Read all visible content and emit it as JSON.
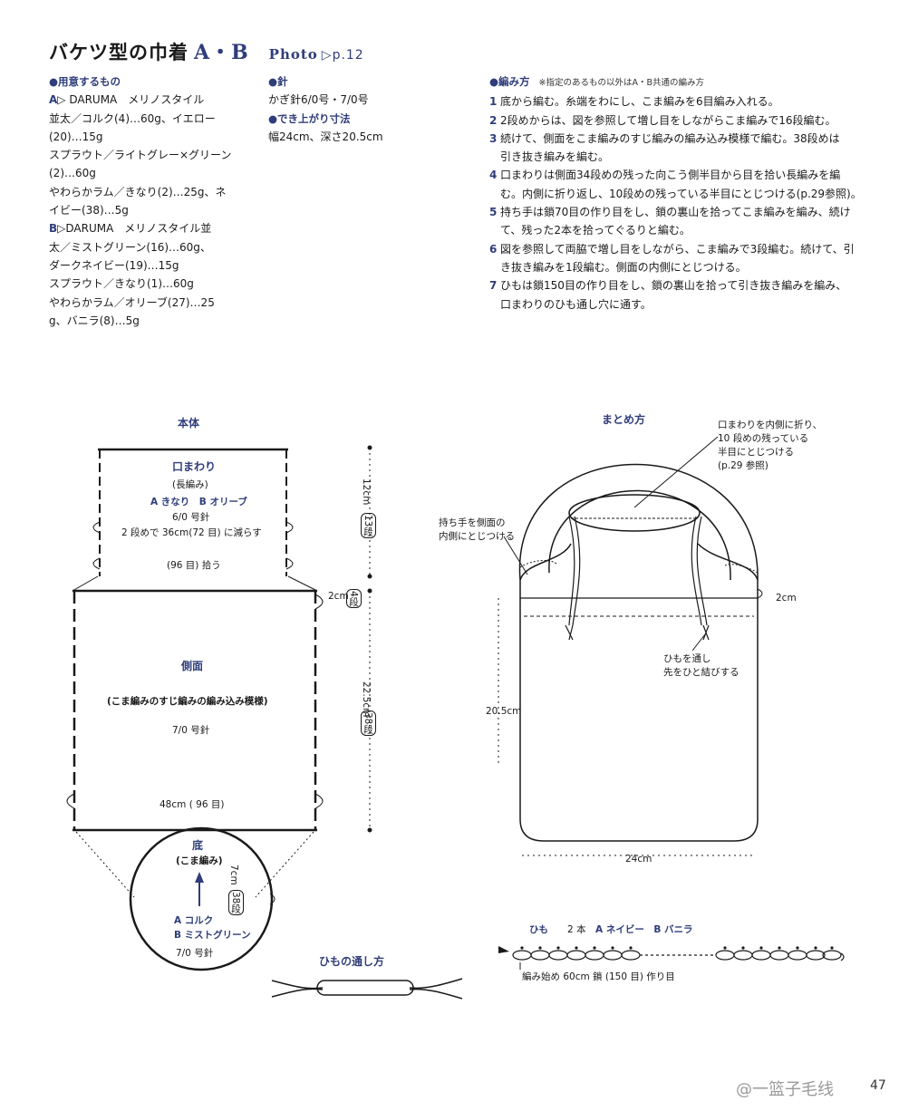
{
  "title": {
    "main": "バケツ型の巾着",
    "ab": "A・B",
    "photo": "Photo",
    "ref": "▷p.12"
  },
  "materials": {
    "heading": "●用意するもの",
    "lines": [
      {
        "mark": "A",
        "text": "▷ DARUMA　メリノスタイル"
      },
      {
        "mark": "",
        "text": "並太／コルク(4)…60g、イエロー"
      },
      {
        "mark": "",
        "text": "(20)…15g"
      },
      {
        "mark": "",
        "text": "スプラウト／ライトグレー×グリーン"
      },
      {
        "mark": "",
        "text": "(2)…60g"
      },
      {
        "mark": "",
        "text": "やわらかラム／きなり(2)…25g、ネ"
      },
      {
        "mark": "",
        "text": "イビー(38)…5g"
      },
      {
        "mark": "B",
        "text": "▷DARUMA　メリノスタイル並"
      },
      {
        "mark": "",
        "text": "太／ミストグリーン(16)…60g、"
      },
      {
        "mark": "",
        "text": "ダークネイビー(19)…15g"
      },
      {
        "mark": "",
        "text": "スプラウト／きなり(1)…60g"
      },
      {
        "mark": "",
        "text": "やわらかラム／オリーブ(27)…25"
      },
      {
        "mark": "",
        "text": "g、バニラ(8)…5g"
      }
    ]
  },
  "needle": {
    "heading": "●針",
    "text": "かぎ針6/0号・7/0号"
  },
  "finished": {
    "heading": "●でき上がり寸法",
    "text": "幅24cm、深さ20.5cm"
  },
  "method": {
    "heading": "●編み方",
    "note": "※指定のあるもの以外はA・B共通の編み方",
    "lines": [
      {
        "n": "1",
        "text": "底から編む。糸端をわにし、こま編みを6目編み入れる。"
      },
      {
        "n": "2",
        "text": "2段めからは、図を参照して増し目をしながらこま編みで16段編む。"
      },
      {
        "n": "3",
        "text": "続けて、側面をこま編みのすじ編みの編み込み模様で編む。38段めは"
      },
      {
        "n": "",
        "text": "引き抜き編みを編む。"
      },
      {
        "n": "4",
        "text": "口まわりは側面34段めの残った向こう側半目から目を拾い長編みを編"
      },
      {
        "n": "",
        "text": "む。内側に折り返し、10段めの残っている半目にとじつける(p.29参照)。"
      },
      {
        "n": "5",
        "text": "持ち手は鎖70目の作り目をし、鎖の裏山を拾ってこま編みを編み、続け"
      },
      {
        "n": "",
        "text": "て、残った2本を拾ってぐるりと編む。"
      },
      {
        "n": "6",
        "text": "図を参照して両脇で増し目をしながら、こま編みで3段編む。続けて、引"
      },
      {
        "n": "",
        "text": "き抜き編みを1段編む。側面の内側にとじつける。"
      },
      {
        "n": "7",
        "text": "ひもは鎖150目の作り目をし、鎖の裏山を拾って引き抜き編みを編み、"
      },
      {
        "n": "",
        "text": "口まわりのひも通し穴に通す。"
      }
    ]
  },
  "diagram_body": {
    "title": "本体",
    "rim": {
      "name": "口まわり",
      "stitch": "(長編み)",
      "colorA": "A きなり",
      "colorB": "B オリーブ",
      "needle": "6/0 号針",
      "reduce": "2 段めで 36cm(72 目) に減らす",
      "pick": "(96 目) 拾う",
      "dim_cm": "12cm",
      "dim_rows": "13段"
    },
    "gap": {
      "dim": "2cm",
      "rows": "4段"
    },
    "side": {
      "name": "側面",
      "stitch": "(こま編みのすじ編みの編み込み模様)",
      "needle": "7/0 号針",
      "width": "48cm ( 96 目)",
      "dim_cm": "22.5cm",
      "dim_rows": "38段"
    },
    "bottom": {
      "name": "底",
      "stitch": "(こま編み)",
      "dim_cm": "7cm",
      "dim_rows": "38段",
      "colorA": "A コルク",
      "colorB": "B ミストグリーン",
      "needle": "7/0 号針"
    }
  },
  "diagram_finish": {
    "title": "まとめ方",
    "note1": [
      "口まわりを内側に折り、",
      "10 段めの残っている",
      "半目にとじつける",
      "(p.29 参照)"
    ],
    "note2": [
      "持ち手を側面の",
      "内側にとじつける"
    ],
    "note3": [
      "ひもを通し",
      "先をひと結びする"
    ],
    "dim_side": "2cm",
    "height": "20.5cm",
    "width": "24cm"
  },
  "threading": {
    "title": "ひもの通し方"
  },
  "cord": {
    "title": "ひも",
    "count": "2 本",
    "colorA": "A ネイビー",
    "colorB": "B バニラ",
    "start": "編み始め 60cm 鎖 (150 目) 作り目"
  },
  "page": {
    "number": "47",
    "watermark": "@一篮子毛线"
  }
}
